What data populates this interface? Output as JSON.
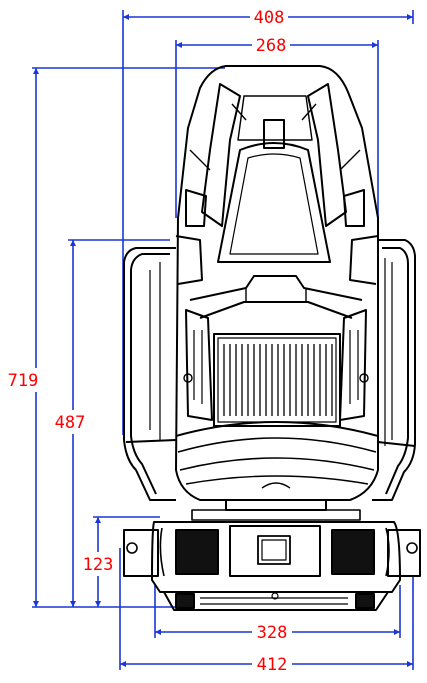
{
  "dimensions": {
    "top_width": "408",
    "head_width": "268",
    "total_height": "719",
    "yoke_height": "487",
    "base_height": "123",
    "base_width": "328",
    "bottom_width": "412"
  },
  "colors": {
    "dimension_line": "#1a36d6",
    "dimension_text": "#ff0000",
    "drawing_line": "#000000",
    "background": "#ffffff"
  }
}
